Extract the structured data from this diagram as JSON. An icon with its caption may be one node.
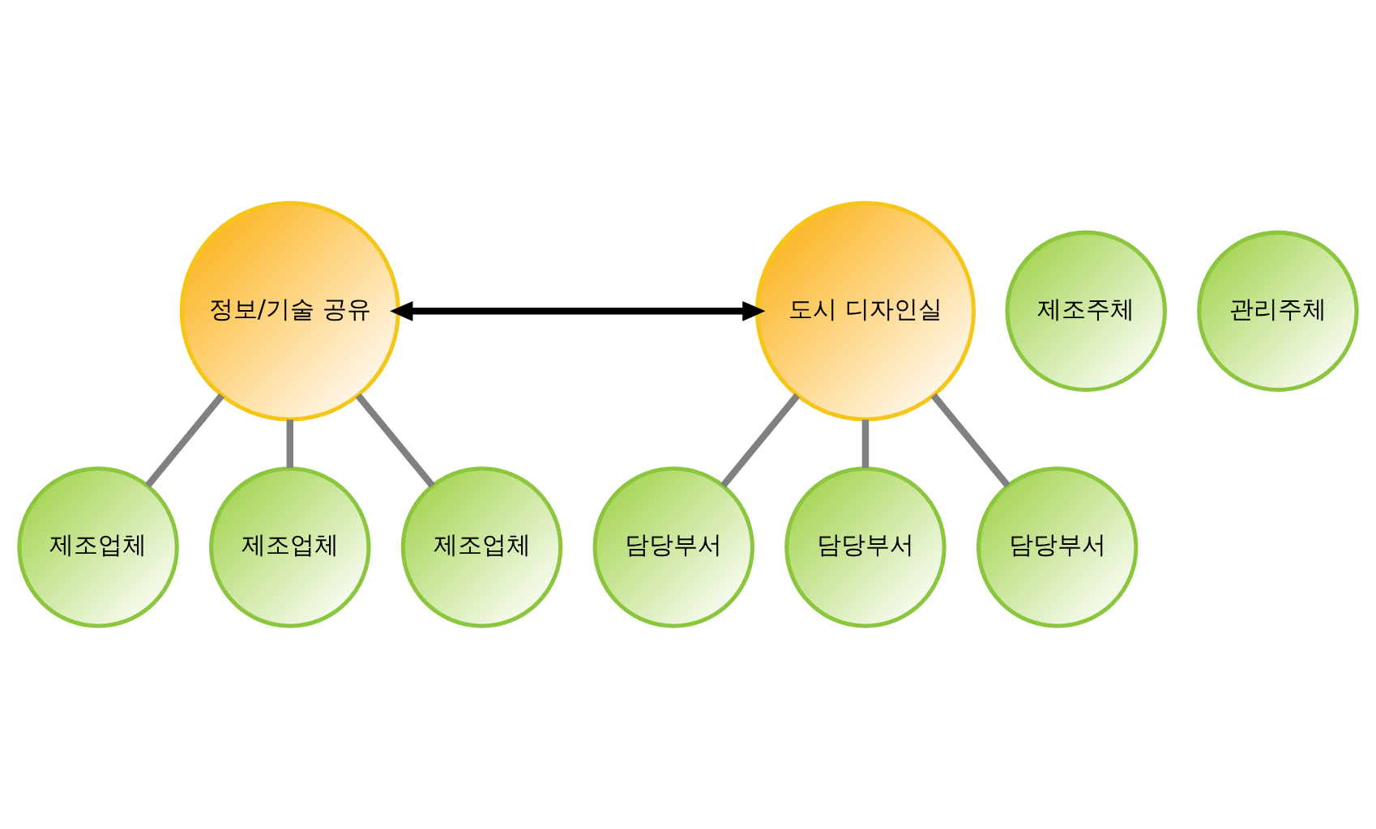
{
  "diagram": {
    "nodes": [
      {
        "text": [
          "정보/기술 공유"
        ]
      },
      {
        "text": [
          "제조주체"
        ]
      },
      {
        "text": [
          "제조업체"
        ]
      },
      {
        "text": [
          "제조업체"
        ]
      },
      {
        "text": [
          "제조업체"
        ]
      },
      {
        "text": [
          "도시 디자인실"
        ]
      },
      {
        "text": [
          "관리주체"
        ]
      },
      {
        "text": [
          "담당부서"
        ]
      },
      {
        "text": [
          "담당부서"
        ]
      },
      {
        "text": [
          "담당부서"
        ]
      }
    ],
    "edges": [
      {
        "from": 0,
        "to": 2,
        "arrow": "none"
      },
      {
        "from": 0,
        "to": 3,
        "arrow": "none"
      },
      {
        "from": 0,
        "to": 4,
        "arrow": "none"
      },
      {
        "from": 5,
        "to": 7,
        "arrow": "none"
      },
      {
        "from": 5,
        "to": 8,
        "arrow": "none"
      },
      {
        "from": 5,
        "to": 9,
        "arrow": "none"
      },
      {
        "from": 0,
        "to": 5,
        "arrow": "both",
        "color": "#000000"
      }
    ]
  }
}
